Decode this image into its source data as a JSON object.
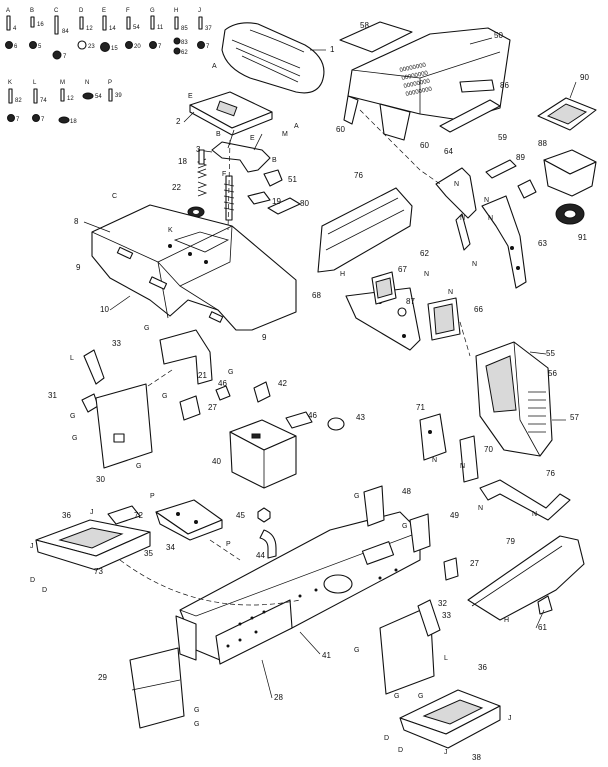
{
  "hardware_legend": [
    {
      "letter": "A",
      "num": "4",
      "sub": "6"
    },
    {
      "letter": "B",
      "num": "16",
      "sub": "5"
    },
    {
      "letter": "C",
      "num": "84",
      "sub": "7"
    },
    {
      "letter": "D",
      "num": "12",
      "sub": "23"
    },
    {
      "letter": "E",
      "num": "14",
      "sub": "15"
    },
    {
      "letter": "F",
      "num": "54",
      "sub": "20"
    },
    {
      "letter": "G",
      "num": "11",
      "sub": "7"
    },
    {
      "letter": "H",
      "num": "85",
      "sub": "83"
    },
    {
      "letter": "J",
      "num": "37",
      "sub": "7"
    },
    {
      "letter": "K",
      "num": "82",
      "sub": "7"
    },
    {
      "letter": "L",
      "num": "74",
      "sub": "7"
    },
    {
      "letter": "M",
      "num": "12",
      "sub": "18"
    },
    {
      "letter": "N",
      "num": "54",
      "sub": ""
    },
    {
      "letter": "P",
      "num": "39",
      "sub": ""
    }
  ],
  "extra_hw": "62",
  "callouts": [
    {
      "id": "1",
      "text": "1"
    },
    {
      "id": "2",
      "text": "2"
    },
    {
      "id": "3",
      "text": "3"
    },
    {
      "id": "8",
      "text": "8"
    },
    {
      "id": "9a",
      "text": "9"
    },
    {
      "id": "9b",
      "text": "9"
    },
    {
      "id": "10",
      "text": "10"
    },
    {
      "id": "18",
      "text": "18"
    },
    {
      "id": "19",
      "text": "19"
    },
    {
      "id": "21",
      "text": "21"
    },
    {
      "id": "22",
      "text": "22"
    },
    {
      "id": "27a",
      "text": "27"
    },
    {
      "id": "27b",
      "text": "27"
    },
    {
      "id": "28",
      "text": "28"
    },
    {
      "id": "29",
      "text": "29"
    },
    {
      "id": "30",
      "text": "30"
    },
    {
      "id": "31",
      "text": "31"
    },
    {
      "id": "32",
      "text": "32"
    },
    {
      "id": "33a",
      "text": "33"
    },
    {
      "id": "33b",
      "text": "33"
    },
    {
      "id": "34",
      "text": "34"
    },
    {
      "id": "35",
      "text": "35"
    },
    {
      "id": "36a",
      "text": "36"
    },
    {
      "id": "36b",
      "text": "36"
    },
    {
      "id": "38",
      "text": "38"
    },
    {
      "id": "40",
      "text": "40"
    },
    {
      "id": "41",
      "text": "41"
    },
    {
      "id": "42",
      "text": "42"
    },
    {
      "id": "43",
      "text": "43"
    },
    {
      "id": "44",
      "text": "44"
    },
    {
      "id": "45",
      "text": "45"
    },
    {
      "id": "46a",
      "text": "46"
    },
    {
      "id": "46b",
      "text": "46"
    },
    {
      "id": "48",
      "text": "48"
    },
    {
      "id": "49",
      "text": "49"
    },
    {
      "id": "50",
      "text": "50"
    },
    {
      "id": "51",
      "text": "51"
    },
    {
      "id": "55",
      "text": "55"
    },
    {
      "id": "56",
      "text": "56"
    },
    {
      "id": "57",
      "text": "57"
    },
    {
      "id": "58",
      "text": "58"
    },
    {
      "id": "59",
      "text": "59"
    },
    {
      "id": "60a",
      "text": "60"
    },
    {
      "id": "60b",
      "text": "60"
    },
    {
      "id": "61",
      "text": "61"
    },
    {
      "id": "62",
      "text": "62"
    },
    {
      "id": "63",
      "text": "63"
    },
    {
      "id": "64",
      "text": "64"
    },
    {
      "id": "66",
      "text": "66"
    },
    {
      "id": "67",
      "text": "67"
    },
    {
      "id": "68",
      "text": "68"
    },
    {
      "id": "70",
      "text": "70"
    },
    {
      "id": "71",
      "text": "71"
    },
    {
      "id": "72",
      "text": "72"
    },
    {
      "id": "73",
      "text": "73"
    },
    {
      "id": "76a",
      "text": "76"
    },
    {
      "id": "76b",
      "text": "76"
    },
    {
      "id": "79",
      "text": "79"
    },
    {
      "id": "80",
      "text": "80"
    },
    {
      "id": "86",
      "text": "86"
    },
    {
      "id": "87",
      "text": "87"
    },
    {
      "id": "88",
      "text": "88"
    },
    {
      "id": "89",
      "text": "89"
    },
    {
      "id": "90",
      "text": "90"
    },
    {
      "id": "91",
      "text": "91"
    }
  ],
  "letters": [
    {
      "id": "A1",
      "text": "A"
    },
    {
      "id": "A2",
      "text": "A"
    },
    {
      "id": "B1",
      "text": "B"
    },
    {
      "id": "B2",
      "text": "B"
    },
    {
      "id": "C1",
      "text": "C"
    },
    {
      "id": "D1",
      "text": "D"
    },
    {
      "id": "D2",
      "text": "D"
    },
    {
      "id": "D3",
      "text": "D"
    },
    {
      "id": "D4",
      "text": "D"
    },
    {
      "id": "E1",
      "text": "E"
    },
    {
      "id": "E2",
      "text": "E"
    },
    {
      "id": "F1",
      "text": "F"
    },
    {
      "id": "G1",
      "text": "G"
    },
    {
      "id": "G2",
      "text": "G"
    },
    {
      "id": "G3",
      "text": "G"
    },
    {
      "id": "G4",
      "text": "G"
    },
    {
      "id": "G5",
      "text": "G"
    },
    {
      "id": "G6",
      "text": "G"
    },
    {
      "id": "G7",
      "text": "G"
    },
    {
      "id": "G8",
      "text": "G"
    },
    {
      "id": "G9",
      "text": "G"
    },
    {
      "id": "G10",
      "text": "G"
    },
    {
      "id": "G11",
      "text": "G"
    },
    {
      "id": "G12",
      "text": "G"
    },
    {
      "id": "G13",
      "text": "G"
    },
    {
      "id": "H1",
      "text": "H"
    },
    {
      "id": "H2",
      "text": "H"
    },
    {
      "id": "J1",
      "text": "J"
    },
    {
      "id": "J2",
      "text": "J"
    },
    {
      "id": "J3",
      "text": "J"
    },
    {
      "id": "J4",
      "text": "J"
    },
    {
      "id": "K1",
      "text": "K"
    },
    {
      "id": "L1",
      "text": "L"
    },
    {
      "id": "L2",
      "text": "L"
    },
    {
      "id": "M1",
      "text": "M"
    },
    {
      "id": "N1",
      "text": "N"
    },
    {
      "id": "N2",
      "text": "N"
    },
    {
      "id": "N3",
      "text": "N"
    },
    {
      "id": "N4",
      "text": "N"
    },
    {
      "id": "N5",
      "text": "N"
    },
    {
      "id": "N6",
      "text": "N"
    },
    {
      "id": "N7",
      "text": "N"
    },
    {
      "id": "N8",
      "text": "N"
    },
    {
      "id": "N9",
      "text": "N"
    },
    {
      "id": "N10",
      "text": "N"
    },
    {
      "id": "N11",
      "text": "N"
    },
    {
      "id": "P1",
      "text": "P"
    },
    {
      "id": "P2",
      "text": "P"
    }
  ],
  "decal_text": [
    "00000000",
    "00000000",
    "00000000",
    "00000000"
  ]
}
